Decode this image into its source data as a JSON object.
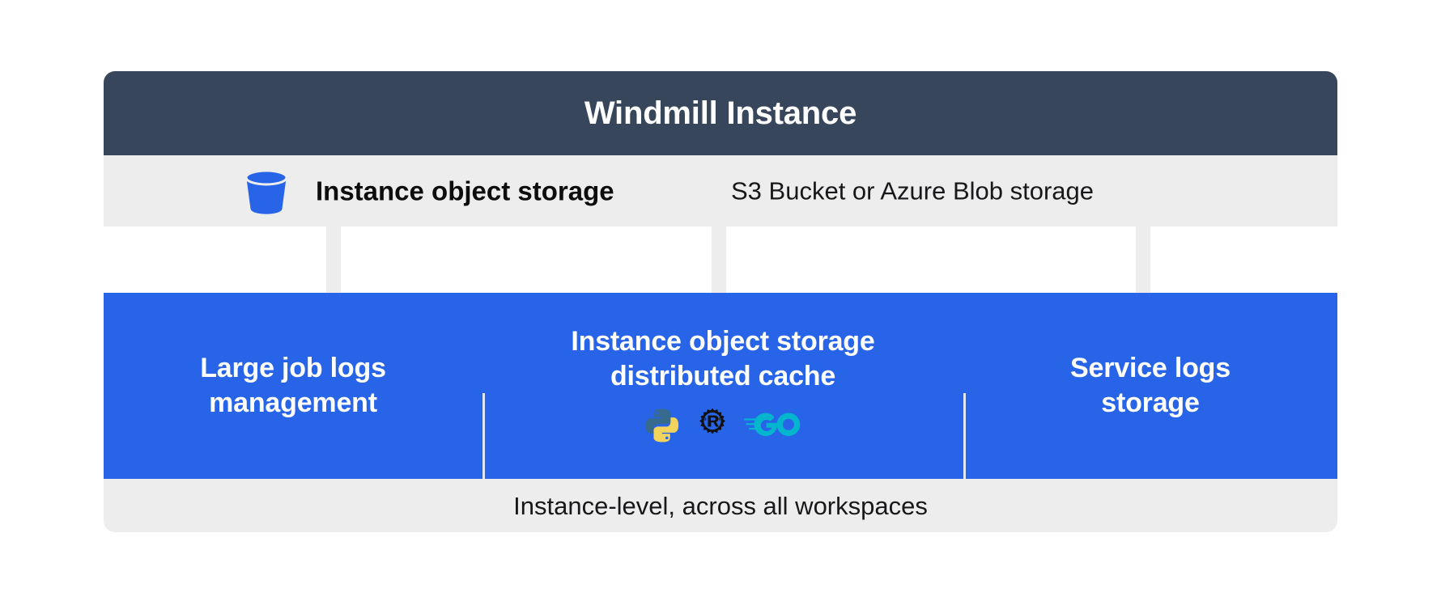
{
  "header": {
    "title": "Windmill Instance",
    "background_color": "#37465b",
    "text_color": "#ffffff"
  },
  "storage_strip": {
    "icon": "bucket-icon",
    "icon_color": "#2864e8",
    "label": "Instance object storage",
    "sublabel": "S3 Bucket or Azure Blob storage",
    "background_color": "#eeedee"
  },
  "connectors": [
    {
      "name": "arrow-to-large-job-logs",
      "direction": "down",
      "color": "#eeedee"
    },
    {
      "name": "arrow-to-distributed-cache",
      "direction": "down",
      "color": "#eeedee"
    },
    {
      "name": "arrow-to-service-logs",
      "direction": "down",
      "color": "#eeedee"
    }
  ],
  "features": {
    "background_color": "#2864e8",
    "columns": [
      {
        "title": "Large job logs\nmanagement",
        "line1": "Large job logs",
        "line2": "management",
        "languages": []
      },
      {
        "title": "Instance object storage\ndistributed cache",
        "line1": "Instance object storage",
        "line2": "distributed cache",
        "languages": [
          {
            "name": "python-icon",
            "label": "Python",
            "colors": [
              "#366b8e",
              "#f2d45c"
            ]
          },
          {
            "name": "rust-icon",
            "label": "Rust",
            "colors": [
              "#111111"
            ]
          },
          {
            "name": "go-icon",
            "label": "Go",
            "colors": [
              "#04b5ce"
            ]
          }
        ]
      },
      {
        "title": "Service logs\nstorage",
        "line1": "Service logs",
        "line2": "storage",
        "languages": []
      }
    ]
  },
  "footer": {
    "text": "Instance-level, across all workspaces",
    "background_color": "#eeedee"
  }
}
